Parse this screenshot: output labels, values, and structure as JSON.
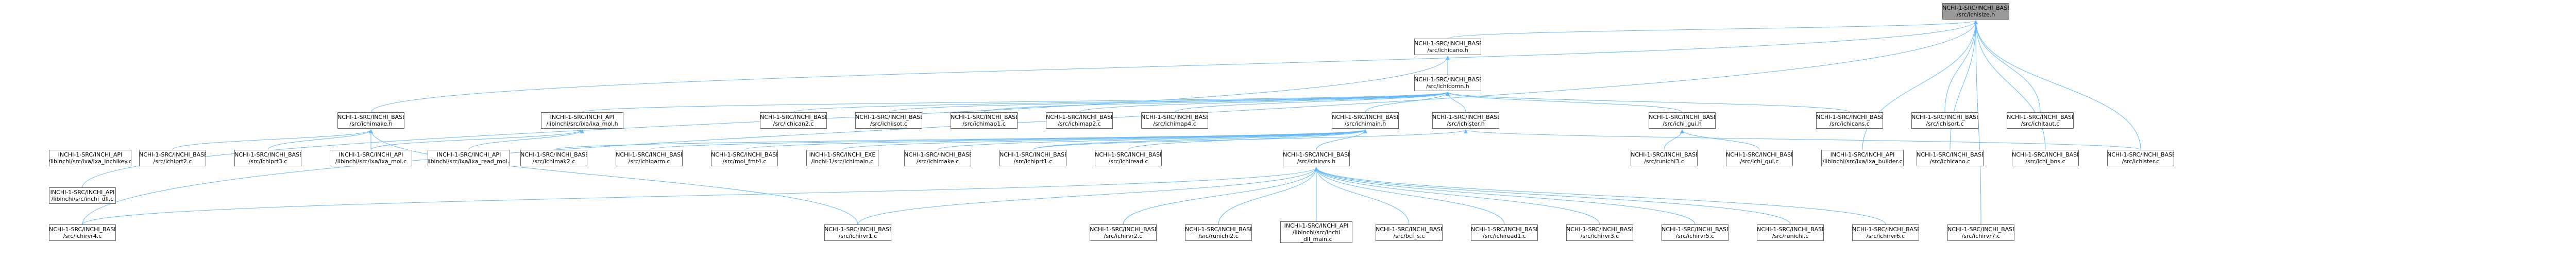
{
  "graph": {
    "edge_color": "#63b8ff",
    "root_fill": "#999999",
    "node_border": "#666666",
    "nodes": [
      {
        "id": "root",
        "lines": [
          "INCHI-1-SRC/INCHI_BASE",
          "/src/ichisize.h"
        ],
        "root": true
      },
      {
        "id": "ichicano_h",
        "lines": [
          "INCHI-1-SRC/INCHI_BASE",
          "/src/ichicano.h"
        ]
      },
      {
        "id": "ichicomn_h",
        "lines": [
          "INCHI-1-SRC/INCHI_BASE",
          "/src/ichicomn.h"
        ]
      },
      {
        "id": "ichimake_h",
        "lines": [
          "INCHI-1-SRC/INCHI_BASE",
          "/src/ichimake.h"
        ]
      },
      {
        "id": "api_ixa_h",
        "lines": [
          "INCHI-1-SRC/INCHI_API",
          "/libinchi/src/ixa/ixa_mol.h"
        ]
      },
      {
        "id": "ichicano_c",
        "lines": [
          "INCHI-1-SRC/INCHI_BASE",
          "/src/ichican2.c"
        ]
      },
      {
        "id": "ichiisot_c",
        "lines": [
          "INCHI-1-SRC/INCHI_BASE",
          "/src/ichiisot.c"
        ]
      },
      {
        "id": "ichimap1_c",
        "lines": [
          "INCHI-1-SRC/INCHI_BASE",
          "/src/ichimap1.c"
        ]
      },
      {
        "id": "ichimap2_c",
        "lines": [
          "INCHI-1-SRC/INCHI_BASE",
          "/src/ichimap2.c"
        ]
      },
      {
        "id": "ichimap4_c",
        "lines": [
          "INCHI-1-SRC/INCHI_BASE",
          "/src/ichimap4.c"
        ]
      },
      {
        "id": "ichimain_h",
        "lines": [
          "INCHI-1-SRC/INCHI_BASE",
          "/src/ichimain.h"
        ]
      },
      {
        "id": "ichister_h",
        "lines": [
          "INCHI-1-SRC/INCHI_BASE",
          "/src/ichister.h"
        ]
      },
      {
        "id": "ichirvr_gui_h",
        "lines": [
          "INCHI-1-SRC/INCHI_BASE",
          "/src/ichi_gui.h"
        ]
      },
      {
        "id": "ichicans_c",
        "lines": [
          "INCHI-1-SRC/INCHI_BASE",
          "/src/ichicans.c"
        ]
      },
      {
        "id": "ichisort_c",
        "lines": [
          "INCHI-1-SRC/INCHI_BASE",
          "/src/ichisort.c"
        ]
      },
      {
        "id": "ichitaut_c",
        "lines": [
          "INCHI-1-SRC/INCHI_BASE",
          "/src/ichitaut.c"
        ]
      },
      {
        "id": "api_ixa_inchikey",
        "lines": [
          "INCHI-1-SRC/INCHI_API",
          "/libinchi/src/ixa/ixa_inchikey.c"
        ]
      },
      {
        "id": "ichiprt2_c",
        "lines": [
          "INCHI-1-SRC/INCHI_BASE",
          "/src/ichiprt2.c"
        ]
      },
      {
        "id": "ichiprt3_c",
        "lines": [
          "INCHI-1-SRC/INCHI_BASE",
          "/src/ichiprt3.c"
        ]
      },
      {
        "id": "api_ixa_mol_c",
        "lines": [
          "INCHI-1-SRC/INCHI_API",
          "/libinchi/src/ixa/ixa_mol.c"
        ]
      },
      {
        "id": "api_ixa_read",
        "lines": [
          "INCHI-1-SRC/INCHI_API",
          "/libinchi/src/ixa/ixa_read_mol.c"
        ]
      },
      {
        "id": "ichimak2_c",
        "lines": [
          "INCHI-1-SRC/INCHI_BASE",
          "/src/ichimak2.c"
        ]
      },
      {
        "id": "ichiparm_c",
        "lines": [
          "INCHI-1-SRC/INCHI_BASE",
          "/src/ichiparm.c"
        ]
      },
      {
        "id": "mol_fmt4_c",
        "lines": [
          "INCHI-1-SRC/INCHI_BASE",
          "/src/mol_fmt4.c"
        ]
      },
      {
        "id": "exe_ichimain",
        "lines": [
          "INCHI-1-SRC/INCHI_EXE",
          "/inchi-1/src/ichimain.c"
        ]
      },
      {
        "id": "ichimake_c",
        "lines": [
          "INCHI-1-SRC/INCHI_BASE",
          "/src/ichimake.c"
        ]
      },
      {
        "id": "ichiprt1_c",
        "lines": [
          "INCHI-1-SRC/INCHI_BASE",
          "/src/ichiprt1.c"
        ]
      },
      {
        "id": "ichiread_c",
        "lines": [
          "INCHI-1-SRC/INCHI_BASE",
          "/src/ichiread.c"
        ]
      },
      {
        "id": "ichirvrs_h",
        "lines": [
          "INCHI-1-SRC/INCHI_BASE",
          "/src/ichirvrs.h"
        ]
      },
      {
        "id": "runichi3_c",
        "lines": [
          "INCHI-1-SRC/INCHI_BASE",
          "/src/runichi3.c"
        ]
      },
      {
        "id": "ichi_gui_c",
        "lines": [
          "INCHI-1-SRC/INCHI_BASE",
          "/src/ichi_gui.c"
        ]
      },
      {
        "id": "api_ixa_builder",
        "lines": [
          "INCHI-1-SRC/INCHI_API",
          "/libinchi/src/ixa/ixa_builder.c"
        ]
      },
      {
        "id": "ichicano_c2",
        "lines": [
          "INCHI-1-SRC/INCHI_BASE",
          "/src/ichicano.c"
        ]
      },
      {
        "id": "ichi_bns_c",
        "lines": [
          "INCHI-1-SRC/INCHI_BASE",
          "/src/ichi_bns.c"
        ]
      },
      {
        "id": "ichister_c",
        "lines": [
          "INCHI-1-SRC/INCHI_BASE",
          "/src/ichister.c"
        ]
      },
      {
        "id": "api_inchi_dll",
        "lines": [
          "INCHI-1-SRC/INCHI_API",
          "/libinchi/src/inchi_dll.c"
        ]
      },
      {
        "id": "ichirvr4_c",
        "lines": [
          "INCHI-1-SRC/INCHI_BASE",
          "/src/ichirvr4.c"
        ]
      },
      {
        "id": "ichirvr1_c",
        "lines": [
          "INCHI-1-SRC/INCHI_BASE",
          "/src/ichirvr1.c"
        ]
      },
      {
        "id": "ichirvr2_c",
        "lines": [
          "INCHI-1-SRC/INCHI_BASE",
          "/src/ichirvr2.c"
        ]
      },
      {
        "id": "runichi2_c",
        "lines": [
          "INCHI-1-SRC/INCHI_BASE",
          "/src/runichi2.c"
        ]
      },
      {
        "id": "api_inchi_dll_main",
        "lines": [
          "INCHI-1-SRC/INCHI_API",
          "/libinchi/src/inchi",
          "_dll_main.c"
        ]
      },
      {
        "id": "ichifmr_c",
        "lines": [
          "INCHI-1-SRC/INCHI_BASE",
          "/src/bcf_s.c"
        ]
      },
      {
        "id": "ichiread2_c",
        "lines": [
          "INCHI-1-SRC/INCHI_BASE",
          "/src/ichiread1.c"
        ]
      },
      {
        "id": "ichirvr3_c",
        "lines": [
          "INCHI-1-SRC/INCHI_BASE",
          "/src/ichirvr3.c"
        ]
      },
      {
        "id": "ichirvr5_c",
        "lines": [
          "INCHI-1-SRC/INCHI_BASE",
          "/src/ichirvr5.c"
        ]
      },
      {
        "id": "runichi_c",
        "lines": [
          "INCHI-1-SRC/INCHI_BASE",
          "/src/runichi.c"
        ]
      },
      {
        "id": "ichirvr6_c",
        "lines": [
          "INCHI-1-SRC/INCHI_BASE",
          "/src/ichirvr6.c"
        ]
      },
      {
        "id": "ichirvr7_c",
        "lines": [
          "INCHI-1-SRC/INCHI_BASE",
          "/src/ichirvr7.c"
        ]
      }
    ],
    "edges": [
      [
        "ichicano_h",
        "root"
      ],
      [
        "ichicomn_h",
        "ichicano_h"
      ],
      [
        "ichimake_h",
        "root"
      ],
      [
        "api_ixa_h",
        "ichicomn_h"
      ],
      [
        "ichicano_c",
        "ichicomn_h"
      ],
      [
        "ichiisot_c",
        "ichicomn_h"
      ],
      [
        "ichimap1_c",
        "ichicomn_h"
      ],
      [
        "ichimap2_c",
        "ichicomn_h"
      ],
      [
        "ichimap4_c",
        "ichicomn_h"
      ],
      [
        "ichimain_h",
        "ichicomn_h"
      ],
      [
        "ichister_h",
        "ichicomn_h"
      ],
      [
        "ichirvr_gui_h",
        "ichicomn_h"
      ],
      [
        "ichicans_c",
        "ichicomn_h"
      ],
      [
        "ichisort_c",
        "root"
      ],
      [
        "ichitaut_c",
        "root"
      ],
      [
        "ichiprt2_c",
        "ichimake_h"
      ],
      [
        "ichiprt3_c",
        "ichimake_h"
      ],
      [
        "api_ixa_mol_c",
        "ichimake_h"
      ],
      [
        "api_ixa_read",
        "api_ixa_h"
      ],
      [
        "api_ixa_mol_c",
        "api_ixa_h"
      ],
      [
        "ichimak2_c",
        "ichimain_h"
      ],
      [
        "ichiparm_c",
        "ichimain_h"
      ],
      [
        "mol_fmt4_c",
        "ichimain_h"
      ],
      [
        "exe_ichimain",
        "ichimain_h"
      ],
      [
        "ichimake_c",
        "ichimain_h"
      ],
      [
        "ichiprt1_c",
        "ichimain_h"
      ],
      [
        "ichiread_c",
        "ichimain_h"
      ],
      [
        "ichirvrs_h",
        "ichimain_h"
      ],
      [
        "runichi3_c",
        "ichirvr_gui_h"
      ],
      [
        "ichi_gui_c",
        "ichirvr_gui_h"
      ],
      [
        "api_ixa_builder",
        "root"
      ],
      [
        "ichicano_c2",
        "root"
      ],
      [
        "ichi_bns_c",
        "root"
      ],
      [
        "ichister_c",
        "root"
      ],
      [
        "api_inchi_dll",
        "ichicano_h"
      ],
      [
        "ichirvr4_c",
        "ichirvrs_h"
      ],
      [
        "ichirvr1_c",
        "ichirvrs_h"
      ],
      [
        "ichirvr2_c",
        "ichirvrs_h"
      ],
      [
        "runichi2_c",
        "ichirvrs_h"
      ],
      [
        "api_inchi_dll_main",
        "ichirvrs_h"
      ],
      [
        "ichifmr_c",
        "ichirvrs_h"
      ],
      [
        "ichiread2_c",
        "ichirvrs_h"
      ],
      [
        "ichirvr3_c",
        "ichirvrs_h"
      ],
      [
        "ichirvr5_c",
        "ichirvrs_h"
      ],
      [
        "runichi_c",
        "ichirvrs_h"
      ],
      [
        "ichirvr6_c",
        "ichirvrs_h"
      ],
      [
        "ichirvr7_c",
        "root"
      ],
      [
        "ichirvr4_c",
        "root"
      ],
      [
        "ichiprt1_c",
        "ichister_h"
      ],
      [
        "ichister_c",
        "ichister_h"
      ],
      [
        "ichirvr1_c",
        "ichimake_h"
      ]
    ]
  }
}
